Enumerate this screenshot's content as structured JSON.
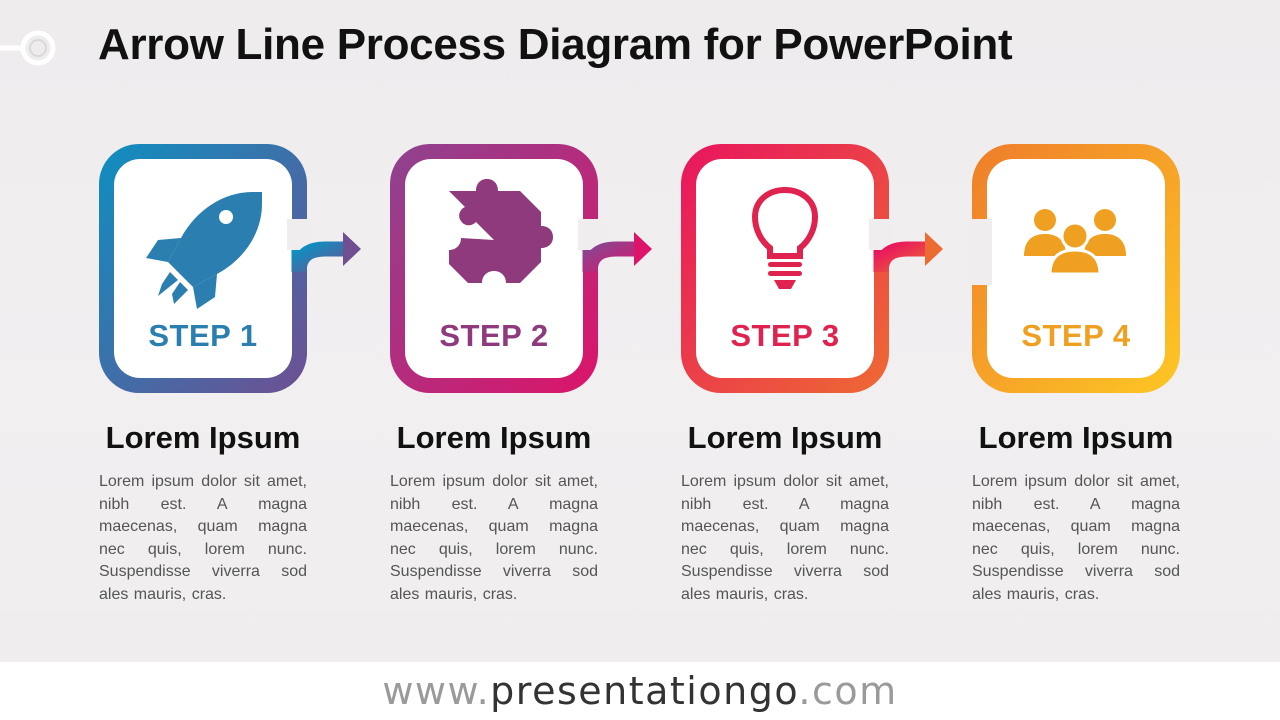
{
  "title": "Arrow Line Process Diagram for PowerPoint",
  "steps": [
    {
      "label": "STEP 1",
      "icon": "rocket-icon",
      "heading": "Lorem Ipsum",
      "text": "Lorem ipsum dolor sit amet, nibh est. A magna maecenas, quam magna nec quis, lorem nunc. Suspendisse viverra sod ales mauris, cras.",
      "color": "#2a7fb0",
      "gradient": [
        "#0e8fc0",
        "#6f4f92"
      ]
    },
    {
      "label": "STEP 2",
      "icon": "puzzle-piece-icon",
      "heading": "Lorem Ipsum",
      "text": "Lorem ipsum dolor sit amet, nibh est. A magna maecenas, quam magna nec quis, lorem nunc. Suspendisse viverra sod ales mauris, cras.",
      "color": "#8e3a7d",
      "gradient": [
        "#8d4390",
        "#dd1469"
      ]
    },
    {
      "label": "STEP 3",
      "icon": "lightbulb-icon",
      "heading": "Lorem Ipsum",
      "text": "Lorem ipsum dolor sit amet, nibh est. A magna maecenas, quam magna nec quis, lorem nunc. Suspendisse viverra sod ales mauris, cras.",
      "color": "#e0234e",
      "gradient": [
        "#e8155e",
        "#ee6a33"
      ]
    },
    {
      "label": "STEP 4",
      "icon": "group-people-icon",
      "heading": "Lorem Ipsum",
      "text": "Lorem ipsum dolor sit amet, nibh est. A magna maecenas, quam magna nec quis, lorem nunc. Suspendisse viverra sod ales mauris, cras.",
      "color": "#f0a020",
      "gradient": [
        "#ef7d2b",
        "#fdc724"
      ]
    }
  ],
  "footer": {
    "prefix": "www.",
    "domain": "presentationgo",
    "suffix": ".com"
  }
}
